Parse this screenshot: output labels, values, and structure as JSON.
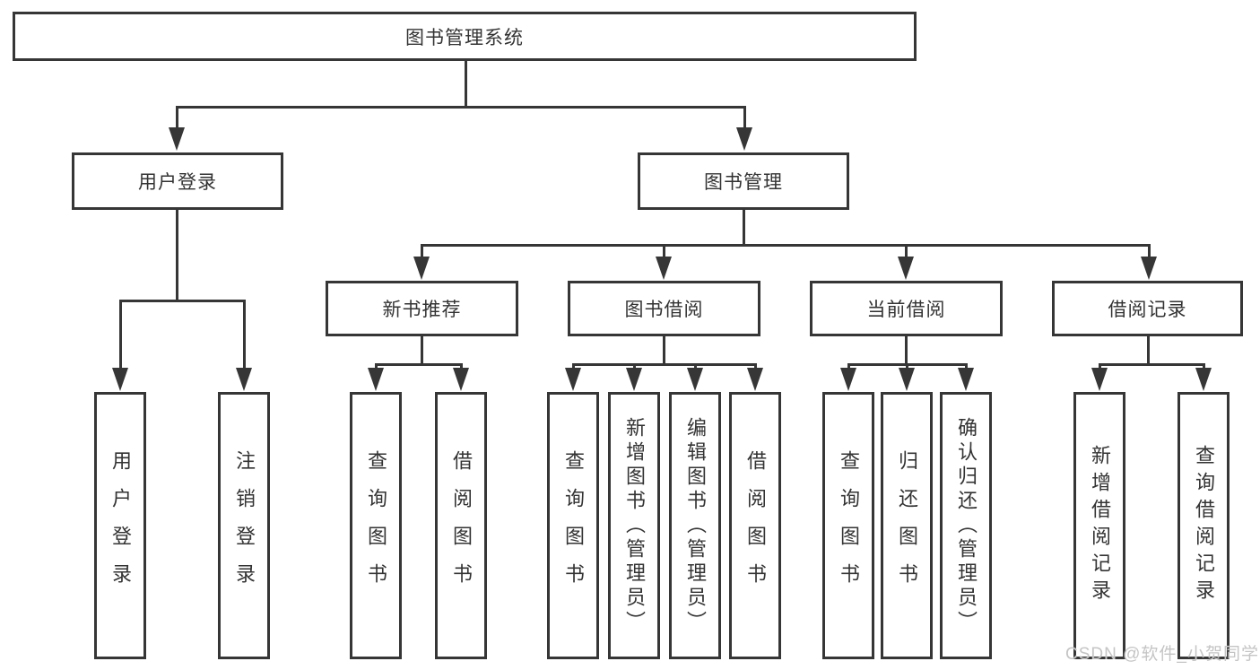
{
  "tree": {
    "root": "图书管理系统",
    "branches": [
      {
        "label": "用户登录",
        "children": [
          "用户登录",
          "注销登录"
        ]
      },
      {
        "label": "图书管理",
        "groups": [
          {
            "label": "新书推荐",
            "children": [
              "查询图书",
              "借阅图书"
            ]
          },
          {
            "label": "图书借阅",
            "children": [
              "查询图书",
              "新增图书（管理员）",
              "编辑图书（管理员）",
              "借阅图书"
            ]
          },
          {
            "label": "当前借阅",
            "children": [
              "查询图书",
              "归还图书",
              "确认归还（管理员）"
            ]
          },
          {
            "label": "借阅记录",
            "children": [
              "新增借阅记录",
              "查询借阅记录"
            ]
          }
        ]
      }
    ]
  },
  "watermark": "CSDN @软件_小贺同学",
  "colors": {
    "line": "#363636",
    "text": "#333333",
    "watermark": "#c5c5c5",
    "background": "#ffffff"
  }
}
